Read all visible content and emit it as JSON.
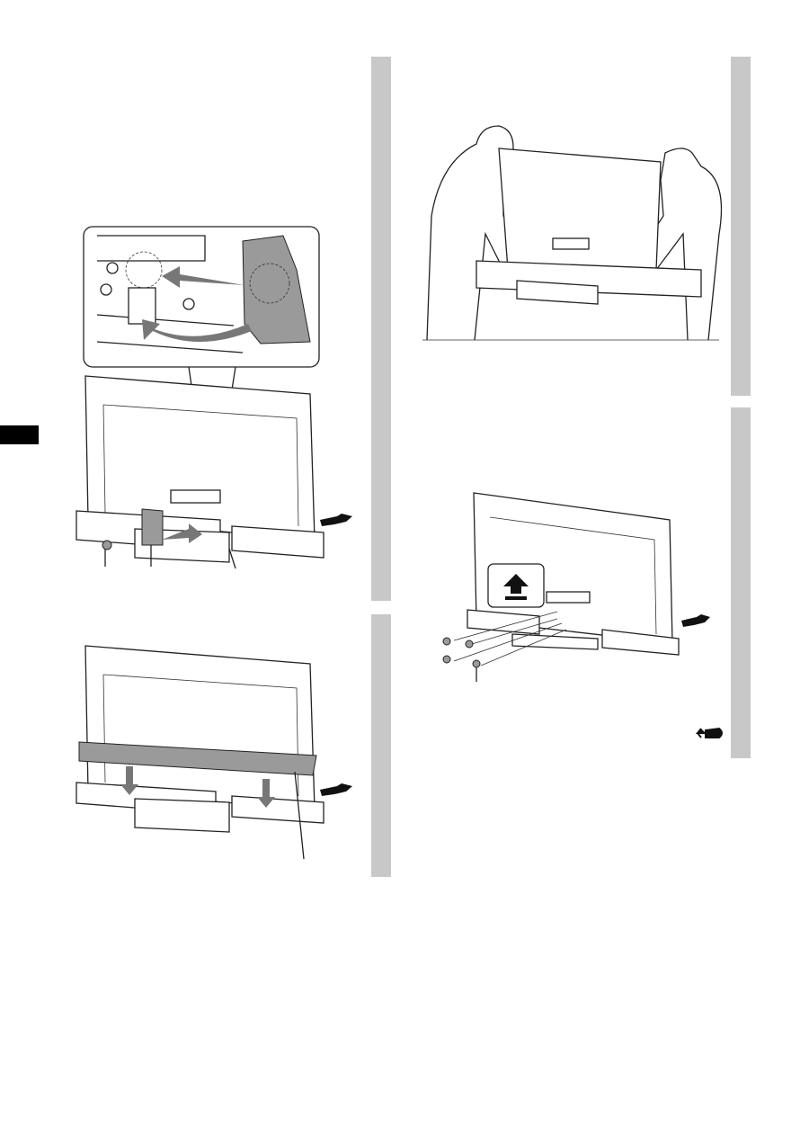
{
  "page": {
    "colors": {
      "side_bar": "#c8c8c8",
      "section_tab": "#000000",
      "callout_fill": "#9a9a9a",
      "line": "#222222"
    },
    "illustrations": [
      {
        "id": "attach-cover-detail",
        "icons": [
          "arrow-icon",
          "rotate-arrow-icon"
        ]
      },
      {
        "id": "attach-stand-cover",
        "icons": [
          "screw-icon",
          "arrow-icon",
          "next-step-icon"
        ]
      },
      {
        "id": "attach-speaker-bar",
        "icons": [
          "arrow-icon",
          "next-step-icon"
        ]
      },
      {
        "id": "lift-tv-two-people",
        "icons": []
      },
      {
        "id": "fix-screws",
        "icons": [
          "up-arrow-icon",
          "screw-icon",
          "next-step-icon",
          "return-icon"
        ]
      }
    ]
  }
}
